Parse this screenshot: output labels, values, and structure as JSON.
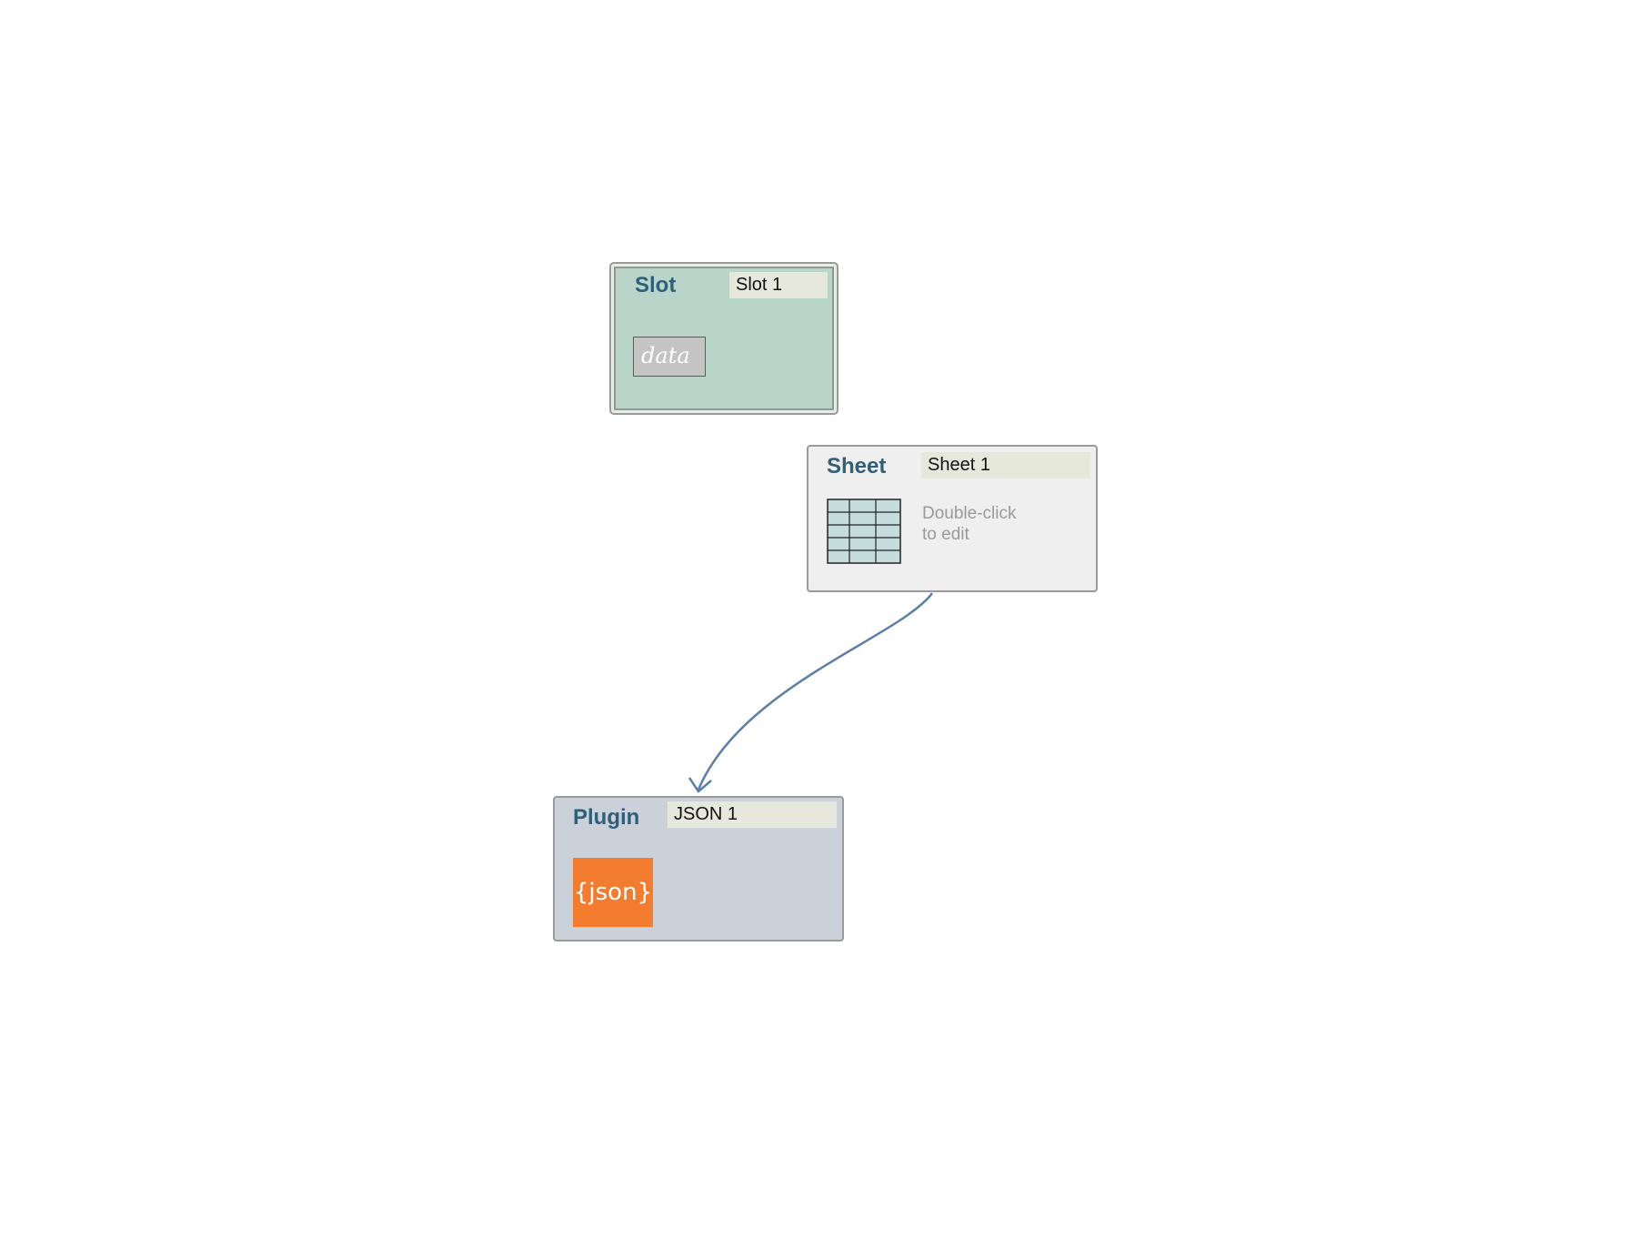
{
  "nodes": {
    "slot": {
      "type_label": "Slot",
      "name": "Slot 1",
      "icon_label": "data",
      "icon": "data-icon",
      "fill_color": "#b9d4c8"
    },
    "sheet": {
      "type_label": "Sheet",
      "name": "Sheet 1",
      "hint_line1": "Double-click",
      "hint_line2": "to edit",
      "icon": "spreadsheet-grid-icon",
      "fill_color": "#efefef"
    },
    "plugin": {
      "type_label": "Plugin",
      "name": "JSON 1",
      "icon_label": "{json}",
      "icon": "json-icon",
      "fill_color": "#cbd1d9",
      "icon_color": "#f47c2f"
    }
  },
  "edges": [
    {
      "from": "sheet",
      "to": "plugin",
      "color": "#5b7fa6"
    }
  ],
  "colors": {
    "type_label": "#2f5f7a",
    "name_field": "#e6e8db"
  }
}
